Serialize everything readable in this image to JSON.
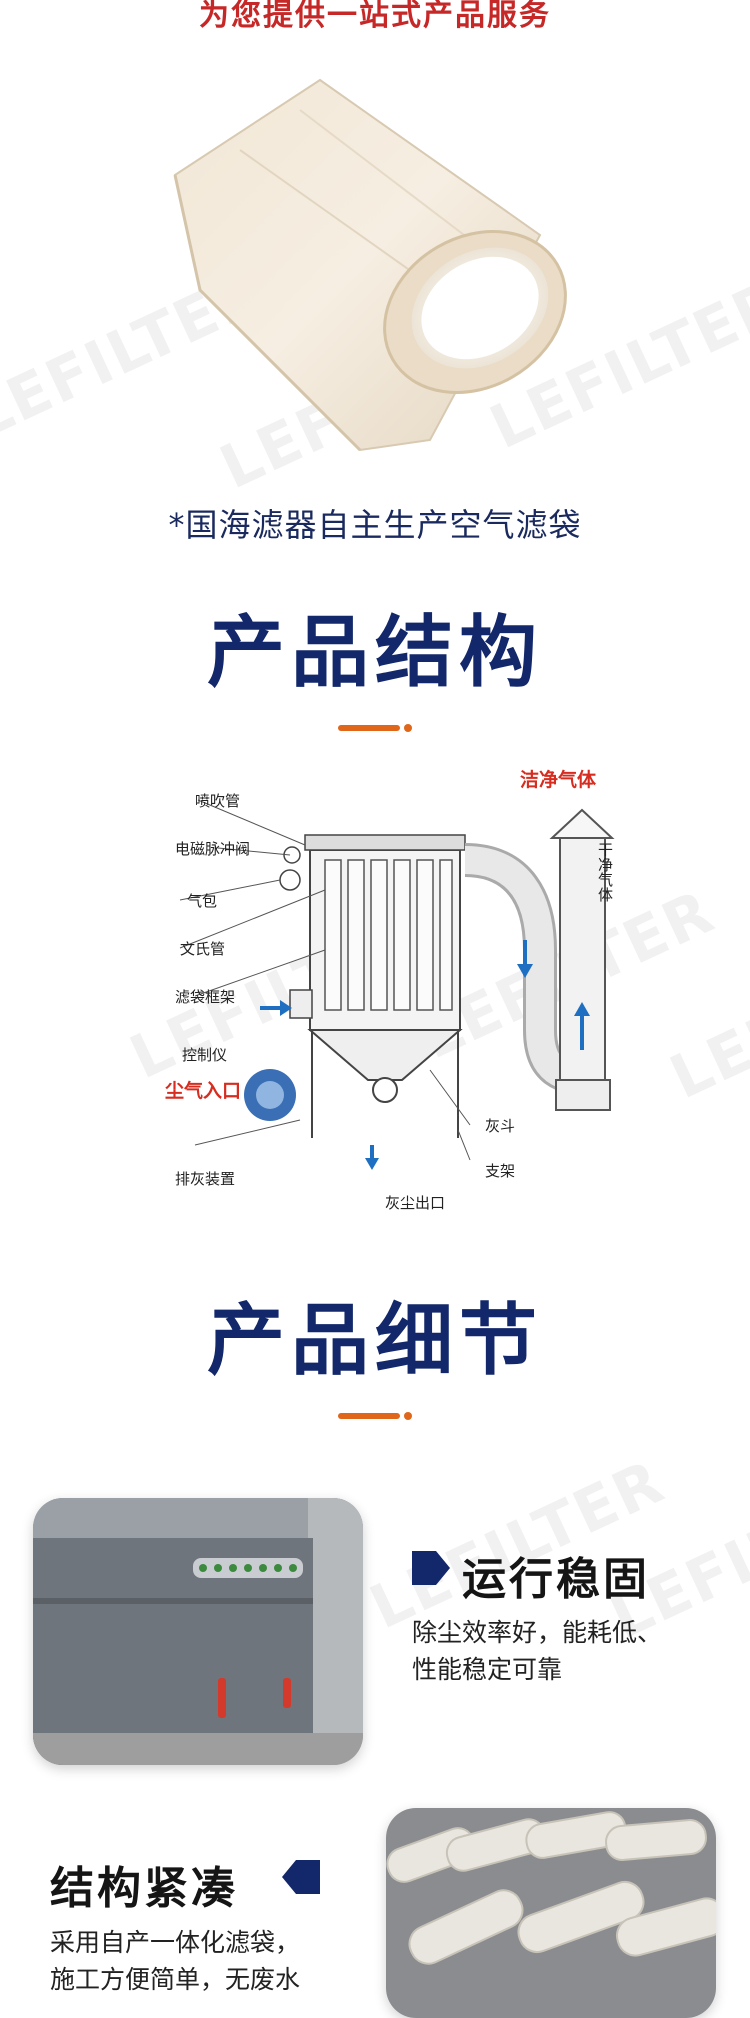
{
  "header": {
    "slogan": "为您提供一站式产品服务"
  },
  "hero": {
    "caption": "*国海滤器自主生产空气滤袋"
  },
  "structure": {
    "title": "产品结构",
    "labels": {
      "spray_pipe": "喷吹管",
      "pulse_valve": "电磁脉冲阀",
      "air_bag": "气包",
      "venturi": "文氏管",
      "bag_frame": "滤袋框架",
      "controller": "控制仪",
      "dust_inlet": "尘气入口",
      "ash_discharge": "排灰装置",
      "ash_outlet": "灰尘出口",
      "hopper": "灰斗",
      "support": "支架",
      "clean_gas": "洁净气体",
      "dry_clean_gas": "干净气体"
    }
  },
  "details": {
    "title": "产品细节",
    "features": [
      {
        "title": "运行稳固",
        "desc": [
          "除尘效率好，能耗低、",
          "性能稳定可靠"
        ]
      },
      {
        "title": "结构紧凑",
        "desc": [
          "采用自产一体化滤袋，",
          "施工方便简单，无废水"
        ]
      }
    ]
  },
  "watermark": {
    "brand": "LEFILTER"
  },
  "colors": {
    "navy": "#13286b",
    "accent": "#e0661a",
    "red": "#d62d20"
  }
}
